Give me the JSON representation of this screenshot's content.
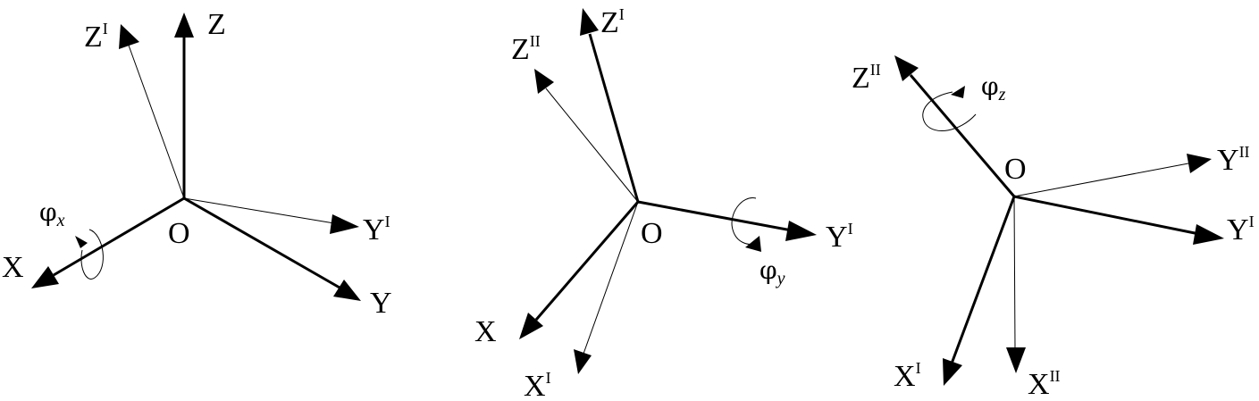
{
  "frames": [
    {
      "origin": "O",
      "axes": [
        {
          "id": "z",
          "name": "Z",
          "sup": ""
        },
        {
          "id": "z1",
          "name": "Z",
          "sup": "I"
        },
        {
          "id": "x",
          "name": "X",
          "sup": ""
        },
        {
          "id": "y1",
          "name": "Y",
          "sup": "I"
        },
        {
          "id": "y",
          "name": "Y",
          "sup": ""
        }
      ],
      "rotation": {
        "symbol": "φ",
        "sub": "x"
      }
    },
    {
      "origin": "O",
      "axes": [
        {
          "id": "z1",
          "name": "Z",
          "sup": "I"
        },
        {
          "id": "z2",
          "name": "Z",
          "sup": "II"
        },
        {
          "id": "x",
          "name": "X",
          "sup": ""
        },
        {
          "id": "x1",
          "name": "X",
          "sup": "I"
        },
        {
          "id": "y1",
          "name": "Y",
          "sup": "I"
        }
      ],
      "rotation": {
        "symbol": "φ",
        "sub": "y"
      }
    },
    {
      "origin": "O",
      "axes": [
        {
          "id": "z2",
          "name": "Z",
          "sup": "II"
        },
        {
          "id": "y2",
          "name": "Y",
          "sup": "II"
        },
        {
          "id": "y1",
          "name": "Y",
          "sup": "I"
        },
        {
          "id": "x1",
          "name": "X",
          "sup": "I"
        },
        {
          "id": "x2",
          "name": "X",
          "sup": "II"
        }
      ],
      "rotation": {
        "symbol": "φ",
        "sub": "z"
      }
    }
  ]
}
